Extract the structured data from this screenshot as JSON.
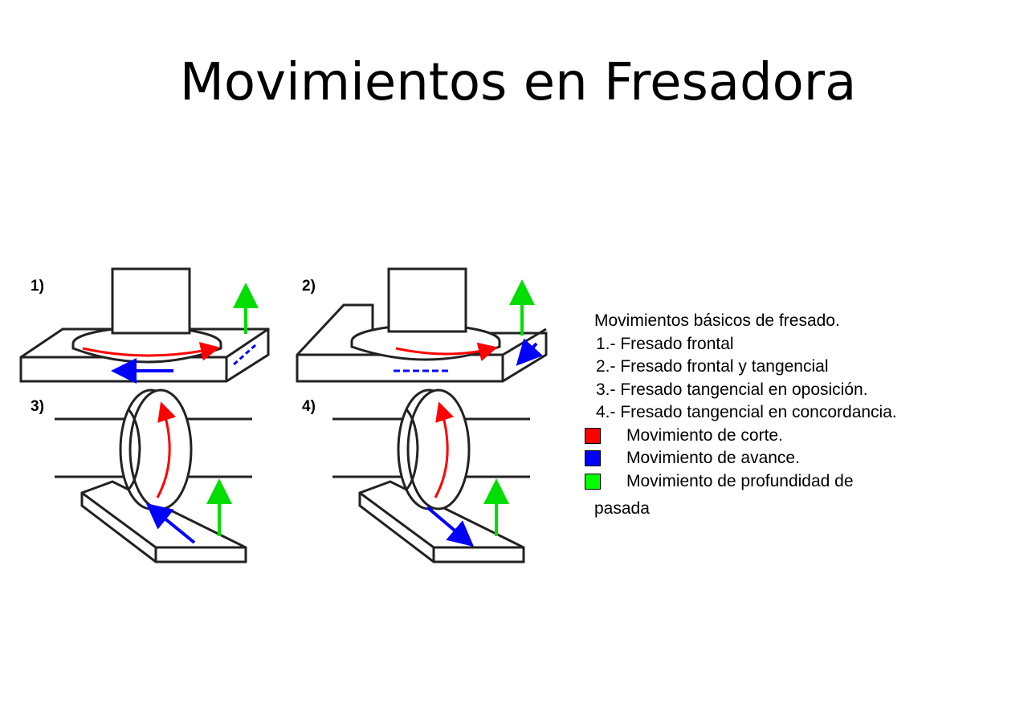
{
  "title": "Movimientos en Fresadora",
  "diagram": {
    "panel_labels": [
      "1)",
      "2)",
      "3)",
      "4)"
    ]
  },
  "legend": {
    "heading": "Movimientos básicos de fresado.",
    "items": [
      "1.- Fresado frontal",
      "2.- Fresado frontal y tangencial",
      "3.- Fresado tangencial en oposición.",
      "4.- Fresado tangencial en concordancia."
    ],
    "colors": [
      {
        "label": "Movimiento de corte.",
        "color": "#ff0000"
      },
      {
        "label": "Movimiento de avance.",
        "color": "#0000ff"
      },
      {
        "label": "Movimiento de profundidad de",
        "color": "#00ff00"
      }
    ],
    "continuation": "pasada"
  }
}
